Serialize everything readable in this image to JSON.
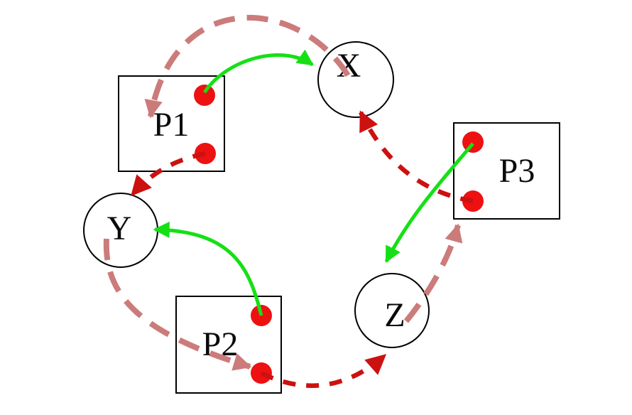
{
  "background": "#ffffff",
  "colors": {
    "green": "#15e015",
    "dark_red": "#cc1111",
    "pink": "#cc7b7b",
    "dot": "#ee1111",
    "outline": "#000000",
    "label": "#0a0a0a"
  },
  "nodes": {
    "boxes": [
      {
        "id": "P1",
        "label": "P1"
      },
      {
        "id": "P2",
        "label": "P2"
      },
      {
        "id": "P3",
        "label": "P3"
      }
    ],
    "circles": [
      {
        "id": "X",
        "label": "X"
      },
      {
        "id": "Y",
        "label": "Y"
      },
      {
        "id": "Z",
        "label": "Z"
      }
    ]
  },
  "edges": {
    "green_solid": [
      {
        "from": "P1",
        "to": "X"
      },
      {
        "from": "P2",
        "to": "Y"
      },
      {
        "from": "P3",
        "to": "Z"
      }
    ],
    "dark_red_dashed": [
      {
        "from": "P1",
        "to": "Y"
      },
      {
        "from": "P2",
        "to": "Z"
      },
      {
        "from": "P3",
        "to": "X"
      }
    ],
    "pink_dashed": [
      {
        "from": "X",
        "to": "P1"
      },
      {
        "from": "Y",
        "to": "P2"
      },
      {
        "from": "Z",
        "to": "P3"
      }
    ]
  }
}
